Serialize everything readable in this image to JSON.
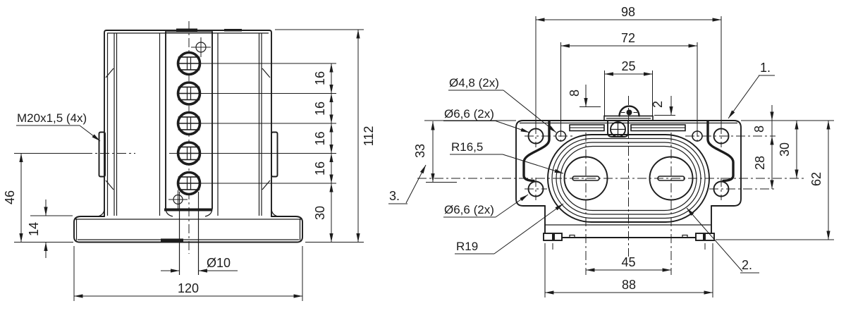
{
  "drawing": {
    "colors": {
      "line": "#1c1c1c",
      "background": "#ffffff"
    },
    "front_view": {
      "thread_label": "M20x1,5 (4x)",
      "dim_spacing": [
        "16",
        "16",
        "16",
        "16"
      ],
      "dim_30": "30",
      "dim_112": "112",
      "dim_46": "46",
      "dim_14": "14",
      "dim_hole": "Ø10",
      "dim_120": "120"
    },
    "top_view": {
      "dim_98": "98",
      "dim_72": "72",
      "dim_25": "25",
      "dim_8_top": "8",
      "dim_2_top": "2",
      "callout_1": "1.",
      "callout_2": "2.",
      "callout_3": "3.",
      "label_d48": "Ø4,8 (2x)",
      "label_d66_top": "Ø6,6 (2x)",
      "label_r165": "R16,5",
      "label_d66_bottom": "Ø6,6 (2x)",
      "label_r19": "R19",
      "dim_33": "33",
      "dim_8_right": "8",
      "dim_28": "28",
      "dim_30_right": "30",
      "dim_62": "62",
      "dim_45": "45",
      "dim_88": "88"
    }
  }
}
